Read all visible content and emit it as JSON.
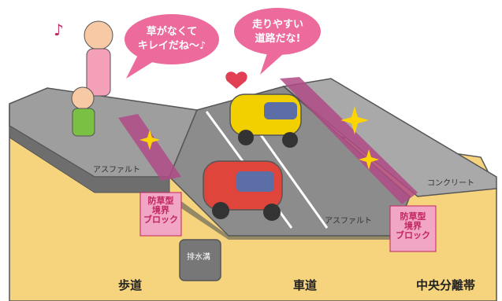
{
  "bubbles": {
    "mother": "草がなくて\nキレイだね〜♪",
    "car": "走りやすい\n道路だな!"
  },
  "surface_labels": {
    "asphalt_sidewalk": "アスファルト",
    "asphalt_road": "アスファルト",
    "concrete": "コンクリート"
  },
  "blocks": {
    "left": "防草型\n境界\nブロック",
    "right": "防草型\n境界\nブロック"
  },
  "drain": "排水溝",
  "sections": {
    "sidewalk": "歩道",
    "roadway": "車道",
    "median": "中央分離帯"
  },
  "colors": {
    "ground": "#f6d47e",
    "asphalt": "#8c8c8c",
    "pink_block": "#f2a6c6",
    "bubble": "#ec6b9c"
  }
}
